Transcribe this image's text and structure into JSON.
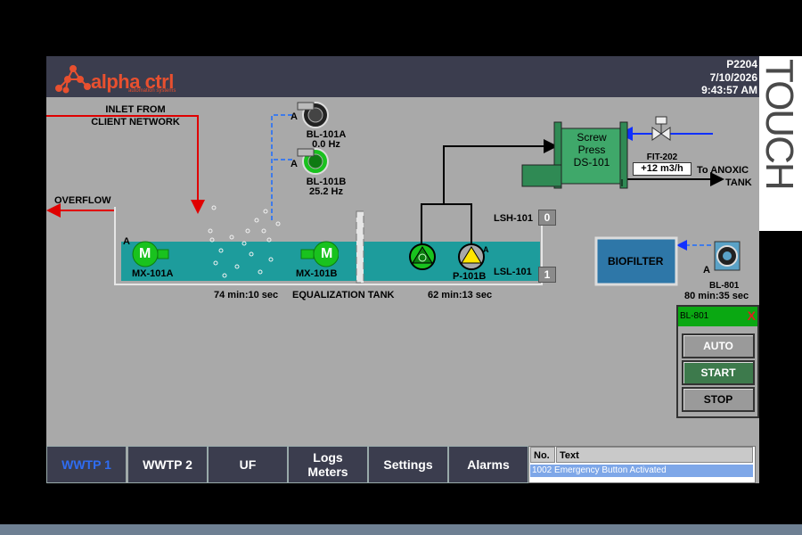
{
  "header": {
    "logo_text": "alpha ctrl",
    "logo_sub": "automation systems",
    "station_id": "P2204",
    "date": "7/10/2026",
    "time": "9:43:57 AM"
  },
  "bezel_label": "TOUCH",
  "process": {
    "inlet_label_1": "INLET FROM",
    "inlet_label_2": "CLIENT NETWORK",
    "overflow_label": "OVERFLOW",
    "tank_label": "EQUALIZATION TANK",
    "time_left": "74 min:10 sec",
    "time_right": "62 min:13 sec",
    "lsh_label": "LSH-101",
    "lsh_value": "0",
    "lsl_label": "LSL-101",
    "lsl_value": "1",
    "mixers": [
      {
        "tag": "MX-101A",
        "letter": "M",
        "mode": "A"
      },
      {
        "tag": "MX-101B",
        "letter": "M"
      }
    ],
    "blowers": [
      {
        "tag": "BL-101A",
        "value": "0.0 Hz",
        "mode": "A"
      },
      {
        "tag": "BL-101B",
        "value": "25.2 Hz",
        "mode": "A"
      }
    ],
    "pumps": [
      {
        "tag": "",
        "color": "#19c21e"
      },
      {
        "tag": "P-101B",
        "mode": "A",
        "color": "#ffe600"
      }
    ],
    "screw_press": {
      "line1": "Screw",
      "line2": "Press",
      "line3": "DS-101"
    },
    "flow_tag": "FIT-202",
    "flow_value": "+12 m3/h",
    "to_anoxic_1": "To ANOXIC",
    "to_anoxic_2": "TANK",
    "biofilter_label": "BIOFILTER",
    "bl801": {
      "tag": "BL-801",
      "mode": "A",
      "time": "80 min:35 sec"
    }
  },
  "control_panel": {
    "title": "BL-801",
    "close": "X",
    "auto_label": "AUTO",
    "start_label": "START",
    "stop_label": "STOP"
  },
  "nav": {
    "wwtp1": "WWTP 1",
    "wwtp2": "WWTP 2",
    "uf": "UF",
    "logs_1": "Logs",
    "logs_2": "Meters",
    "settings": "Settings",
    "alarms": "Alarms"
  },
  "alarm_table": {
    "col_no": "No.",
    "col_text": "Text",
    "rows": [
      {
        "no": "1002",
        "text": "Emergency Button Activated"
      }
    ]
  },
  "colors": {
    "header_bg": "#3b3d4e",
    "screen_bg": "#a9a9a9",
    "water": "#1d9c9c",
    "active_green": "#19c21e",
    "alarm_row": "#7ea7e8",
    "brand": "#e8502f"
  }
}
